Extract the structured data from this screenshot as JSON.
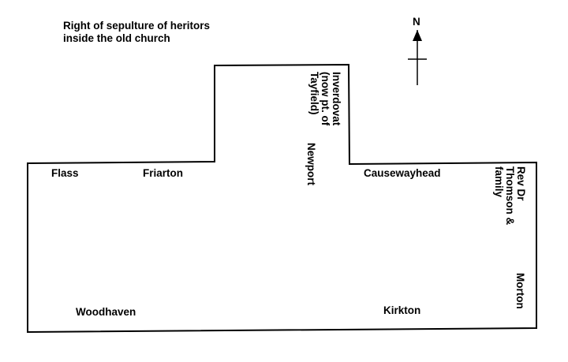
{
  "title": {
    "line1": "Right of sepulture of heritors",
    "line2": "inside the old church"
  },
  "compass": {
    "label": "N"
  },
  "labels": {
    "flass": "Flass",
    "friarton": "Friarton",
    "causewayhead": "Causewayhead",
    "woodhaven": "Woodhaven",
    "kirkton": "Kirkton",
    "newport": "Newport",
    "morton": "Morton",
    "inverdovat": [
      "Inverdovat",
      "(now pt. of",
      "Tayfield)"
    ],
    "thomson": [
      "Rev Dr",
      "Thomson &",
      "family"
    ]
  }
}
